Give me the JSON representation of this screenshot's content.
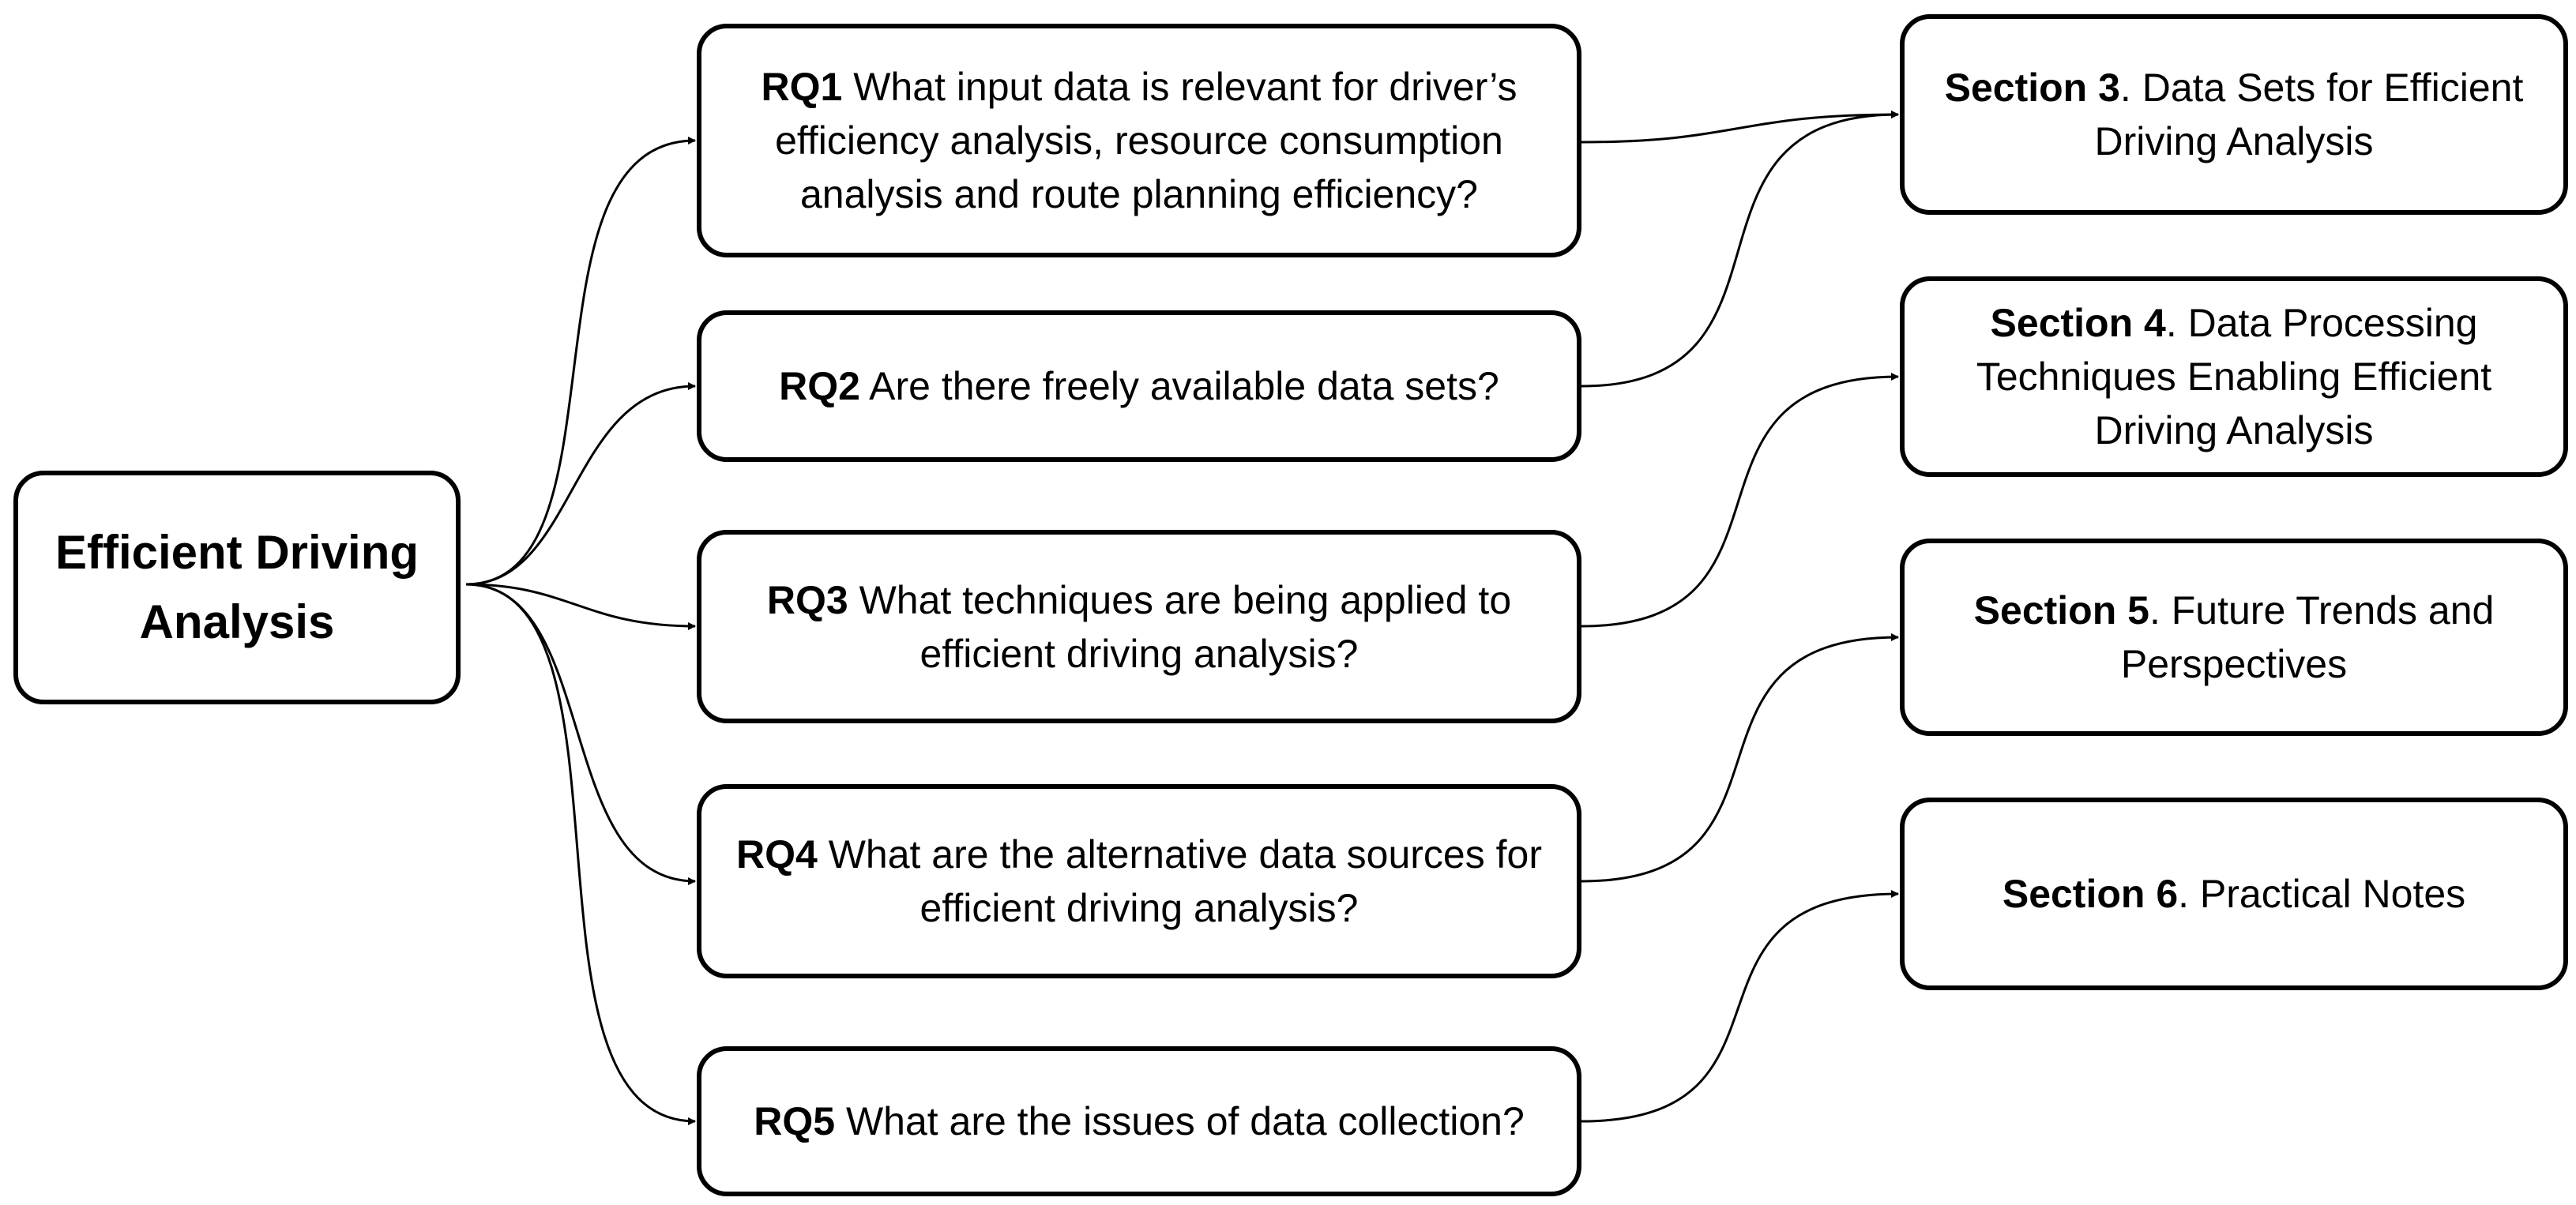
{
  "root": {
    "label": "Efficient Driving Analysis"
  },
  "questions": [
    {
      "id": "RQ1",
      "text": " What input data is relevant for driver’s efficiency analysis, resource consumption analysis and route planning efficiency?"
    },
    {
      "id": "RQ2",
      "text": " Are there freely available data sets?"
    },
    {
      "id": "RQ3",
      "text": " What techniques are being applied to efficient driving analysis?"
    },
    {
      "id": "RQ4",
      "text": " What are the alternative data sources for efficient driving analysis?"
    },
    {
      "id": "RQ5",
      "text": " What are the issues of data collection?"
    }
  ],
  "sections": [
    {
      "id": "Section 3",
      "text": ". Data Sets for Efficient Driving Analysis"
    },
    {
      "id": "Section 4",
      "text": ". Data Processing Techniques Enabling Efficient Driving Analysis"
    },
    {
      "id": "Section 5",
      "text": ". Future Trends and Perspectives"
    },
    {
      "id": "Section 6",
      "text": ". Practical Notes"
    }
  ],
  "edges": [
    {
      "from": "Efficient Driving Analysis",
      "to": "RQ1"
    },
    {
      "from": "Efficient Driving Analysis",
      "to": "RQ2"
    },
    {
      "from": "Efficient Driving Analysis",
      "to": "RQ3"
    },
    {
      "from": "Efficient Driving Analysis",
      "to": "RQ4"
    },
    {
      "from": "Efficient Driving Analysis",
      "to": "RQ5"
    },
    {
      "from": "RQ1",
      "to": "Section 3"
    },
    {
      "from": "RQ2",
      "to": "Section 3"
    },
    {
      "from": "RQ3",
      "to": "Section 4"
    },
    {
      "from": "RQ4",
      "to": "Section 5"
    },
    {
      "from": "RQ5",
      "to": "Section 6"
    }
  ],
  "colors": {
    "stroke": "#000000",
    "fill": "#ffffff",
    "text": "#000000"
  }
}
